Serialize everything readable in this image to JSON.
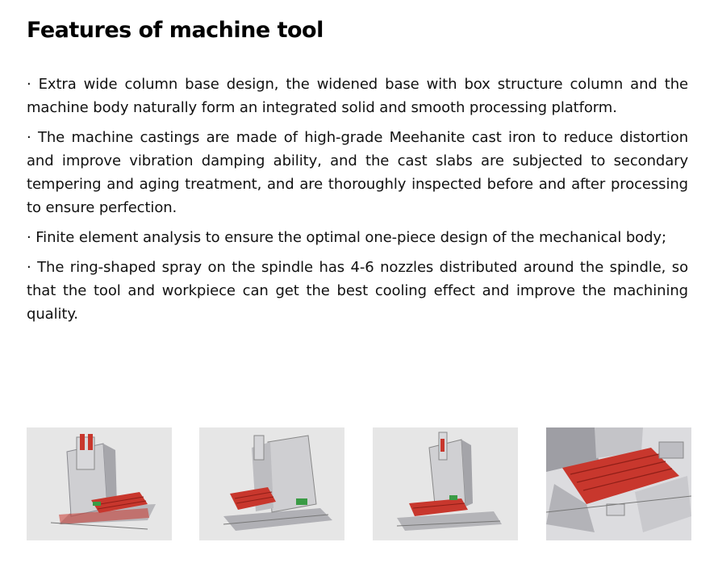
{
  "page": {
    "title": "Features of machine tool"
  },
  "features": [
    "· Extra wide column base design, the widened base with box structure column and the machine body naturally form an integrated solid and smooth processing platform.",
    "· The machine castings are made of high-grade Meehanite cast iron to reduce distortion and improve vibration damping ability, and the cast slabs are subjected to secondary tempering and aging treatment, and are thoroughly inspected before and after processing to ensure perfection.",
    "· Finite element analysis to ensure the optimal one-piece design of the mechanical body;",
    "· The ring-shaped spray on the spindle has 4-6 nozzles distributed around the spindle, so that the tool and workpiece can get the best cooling effect and improve the machining quality."
  ],
  "gallery": {
    "images": [
      {
        "name": "machine-front-view-image"
      },
      {
        "name": "machine-rear-view-image"
      },
      {
        "name": "machine-side-view-image"
      },
      {
        "name": "machine-table-closeup-image"
      }
    ],
    "colors": {
      "background": "#e6e6e6",
      "casting": "#c9c9cc",
      "casting_dark": "#9a9aa0",
      "table_red": "#c8372d",
      "accent_green": "#3a9b45"
    }
  }
}
